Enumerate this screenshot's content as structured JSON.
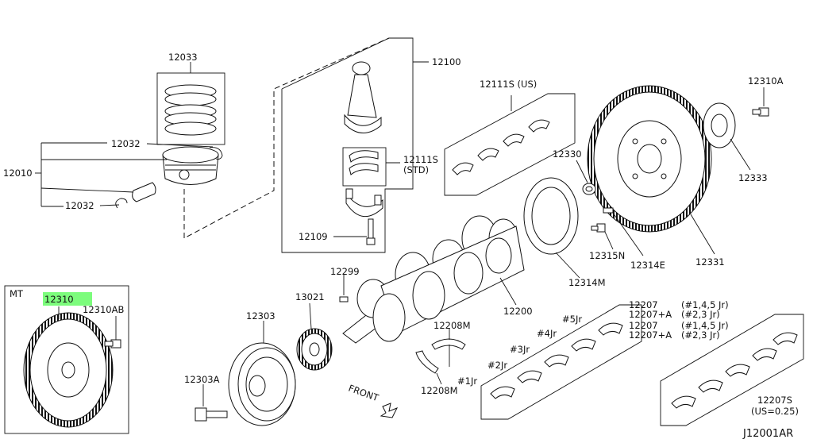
{
  "diagram_code": "J12001AR",
  "mt_label": "MT",
  "front_label": "FRONT",
  "highlight_color": "#7CFC7C",
  "parts": {
    "p12033": "12033",
    "p12032_top": "12032",
    "p12032_bottom": "12032",
    "p12010": "12010",
    "p12100": "12100",
    "p12111s_std_num": "12111S",
    "p12111s_std_sub": "(STD)",
    "p12109": "12109",
    "p12111s_us": "12111S (US)",
    "p12330": "12330",
    "p12310a": "12310A",
    "p12333": "12333",
    "p12331": "12331",
    "p12315n": "12315N",
    "p12314e": "12314E",
    "p12314m": "12314M",
    "p12200": "12200",
    "p12299": "12299",
    "p13021": "13021",
    "p12303": "12303",
    "p12303a": "12303A",
    "p12208m_top": "12208M",
    "p12208m_bottom": "12208M",
    "p12310": "12310",
    "p12310ab": "12310AB",
    "p12207_1": "12207",
    "p12207_1_note": "(#1,4,5 Jr)",
    "p12207a_1": "12207+A",
    "p12207a_1_note": "(#2,3 Jr)",
    "p12207_2": "12207",
    "p12207_2_note": "(#1,4,5 Jr)",
    "p12207a_2": "12207+A",
    "p12207a_2_note": "(#2,3 Jr)",
    "p12207s": "12207S",
    "p12207s_note": "(US=0.25)"
  },
  "journals": {
    "j1": "#1Jr",
    "j2": "#2Jr",
    "j3": "#3Jr",
    "j4": "#4Jr",
    "j5": "#5Jr"
  }
}
